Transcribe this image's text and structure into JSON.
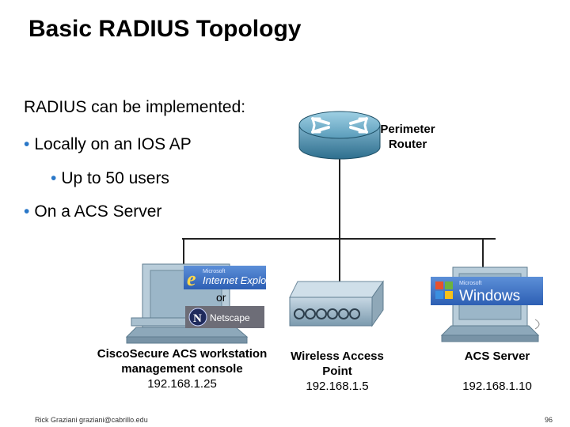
{
  "title": "Basic RADIUS Topology",
  "intro": "RADIUS can be implemented:",
  "bullets": [
    {
      "text": "Locally on an IOS AP"
    },
    {
      "text": "Up to 50 users"
    },
    {
      "text": "On a ACS Server"
    }
  ],
  "router": {
    "label_line1": "Perimeter",
    "label_line2": "Router"
  },
  "workstation": {
    "label_line1": "CiscoSecure ACS workstation",
    "label_line2": "management console",
    "ip": "192.168.1.25",
    "browser1_small": "Microsoft",
    "browser1": "Internet Explorer",
    "or_text": "or",
    "browser2": "Netscape",
    "netscape_logo": "N"
  },
  "access_point": {
    "label_line1": "Wireless Access",
    "label_line2": "Point",
    "ip": "192.168.1.5"
  },
  "acs_server": {
    "label": "ACS Server",
    "ip": "192.168.1.10",
    "os_small": "Microsoft",
    "os": "Windows"
  },
  "footer": "Rick Graziani  graziani@cabrillo.edu",
  "page_number": "96"
}
